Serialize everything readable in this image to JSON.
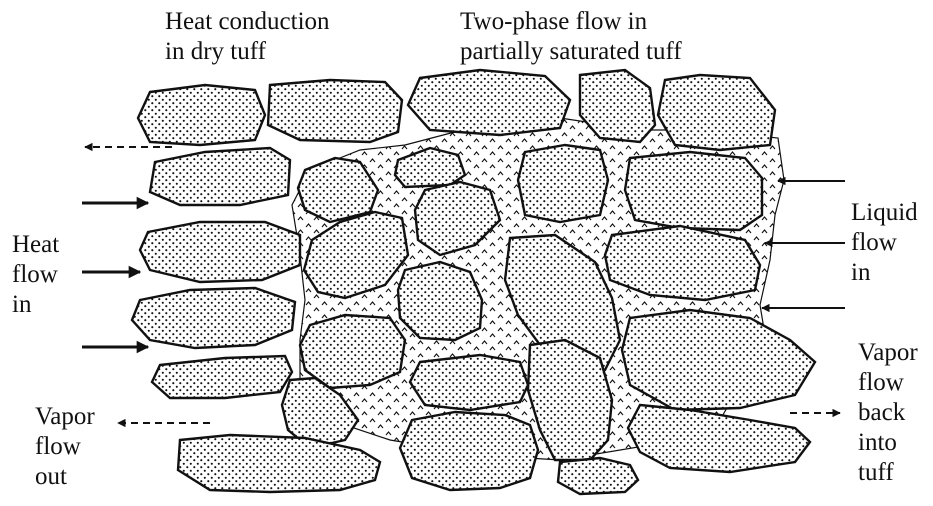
{
  "labels": {
    "heat_conduction": "Heat conduction\nin dry tuff",
    "two_phase": "Two-phase flow in\npartially saturated tuff",
    "heat_flow_in": "Heat\nflow\nin",
    "liquid_flow_in": "Liquid\nflow\nin",
    "vapor_flow_out": "Vapor\nflow\nout",
    "vapor_flow_back": "Vapor\nflow\nback\ninto\ntuff"
  },
  "colors": {
    "ink": "#111111",
    "grain_fill": "#ffffff",
    "pore_fill": "#ffffff"
  }
}
